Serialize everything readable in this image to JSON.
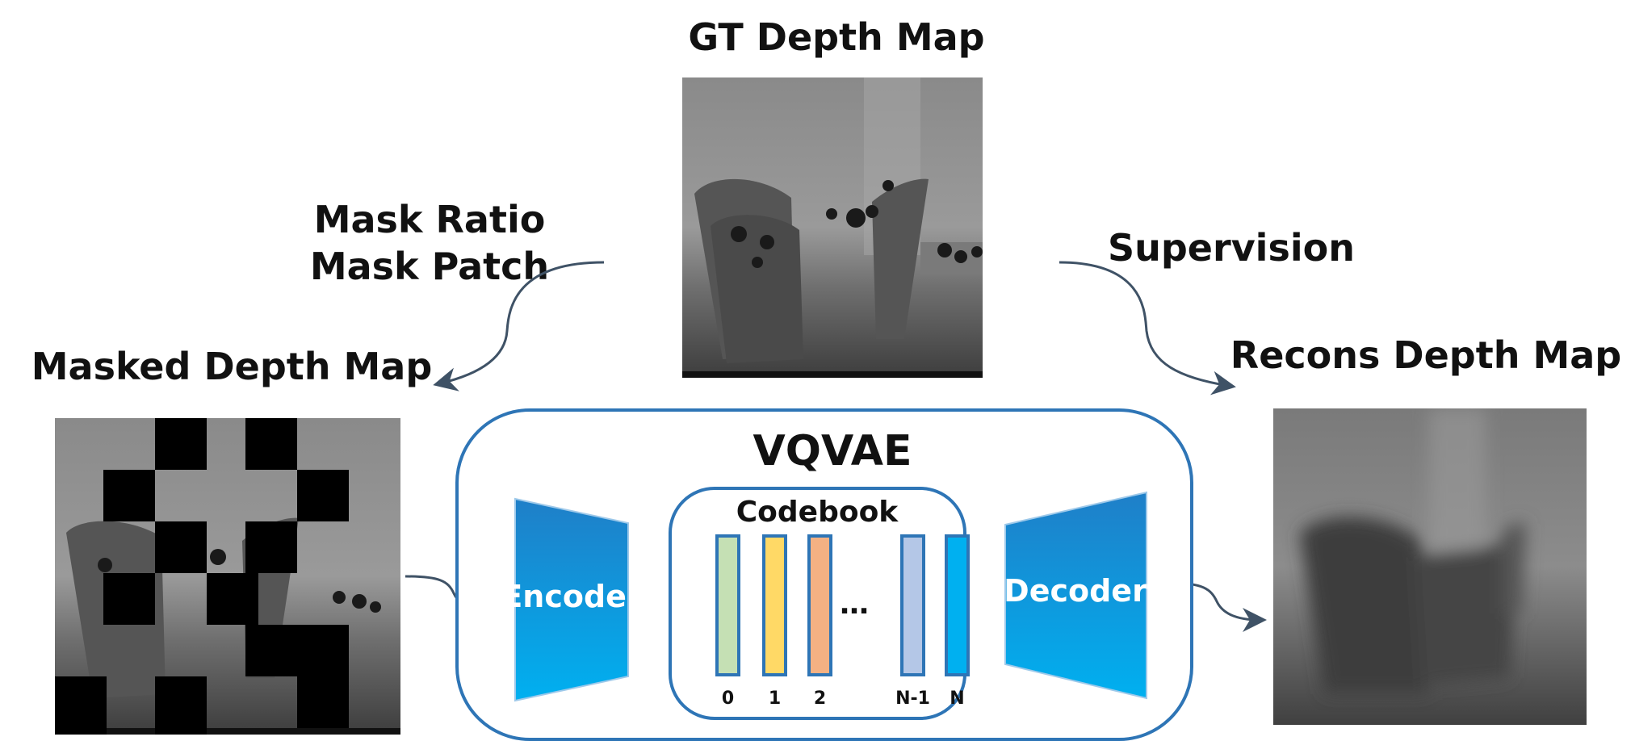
{
  "labels": {
    "gt_depth_map": "GT Depth Map",
    "mask_ratio": "Mask Ratio",
    "mask_patch": "Mask Patch",
    "supervision": "Supervision",
    "masked_depth_map": "Masked Depth Map",
    "recons_depth_map": "Recons Depth Map",
    "vqvae": "VQVAE",
    "codebook": "Codebook",
    "encoder": "Encoder",
    "decoder": "Decoder",
    "ellipsis": "…"
  },
  "codebook_entries": [
    {
      "index": "0",
      "color": "#c5e0b4"
    },
    {
      "index": "1",
      "color": "#ffd966"
    },
    {
      "index": "2",
      "color": "#f4b183"
    },
    {
      "index": "N-1",
      "color": "#b4c7e7"
    },
    {
      "index": "N",
      "color": "#00b0f0"
    }
  ],
  "colors": {
    "frame_blue": "#2e75b6",
    "connector": "#3f5266",
    "encoder_gradient": [
      "#1f7fc8",
      "#00b0f0"
    ]
  }
}
